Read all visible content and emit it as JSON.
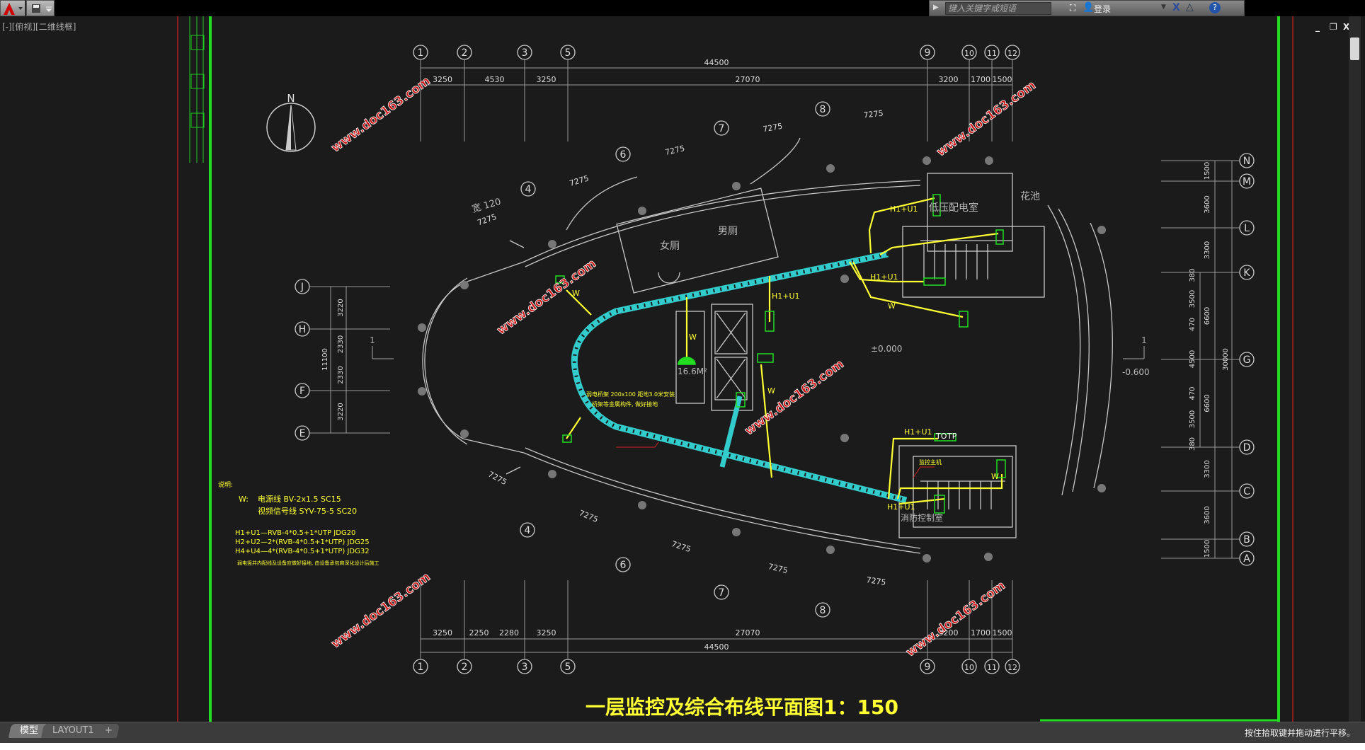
{
  "toolbar": {
    "search_placeholder": "键入关键字或短语",
    "login_label": "登录"
  },
  "viewport_label": "[-][俯视][二维线框]",
  "window_controls": {
    "minimize": "_",
    "restore": "❐",
    "close": "X"
  },
  "tabs": [
    "模型",
    "LAYOUT1",
    "+"
  ],
  "status_text": "按住拾取键并拖动进行平移。",
  "drawing": {
    "title": "一层监控及综合布线平面图1：150",
    "compass": "N",
    "watermark": "www.doc163.com",
    "col_axes": [
      "1",
      "2",
      "3",
      "5",
      "9",
      "10",
      "11",
      "12"
    ],
    "top_overall": "44500",
    "top_segments": [
      "3250",
      "4530",
      "3250",
      "27070",
      "3200",
      "1700",
      "1500"
    ],
    "bottom_segments": [
      "3250",
      "2250",
      "2280",
      "3250",
      "27070",
      "3200",
      "1700",
      "1500"
    ],
    "bottom_overall": "44500",
    "arc_axes": [
      "4",
      "6",
      "7",
      "8"
    ],
    "arc_dim": "7275",
    "right_axes": [
      "N",
      "M",
      "L",
      "K",
      "G",
      "D",
      "C",
      "B",
      "A"
    ],
    "right_dims": [
      "1500",
      "3600",
      "3300",
      "3300",
      "3600",
      "1500"
    ],
    "right_overall": "30000",
    "right_inner_dims": [
      "380",
      "3500",
      "470",
      "4500",
      "470",
      "3500",
      "380"
    ],
    "right_mid_dims": [
      "6600",
      "6600"
    ],
    "left_axes": [
      "J",
      "H",
      "F",
      "E"
    ],
    "left_dims": [
      "3220",
      "2330",
      "2330",
      "3220"
    ],
    "left_overall": "11100",
    "section_mark": "1",
    "rooms": {
      "lv_room": "低压配电室",
      "planter": "花池",
      "mens": "男厕",
      "womens": "女厕",
      "fire_control": "消防控制室",
      "area": "16.6M²",
      "width_note": "宽 120"
    },
    "levels": {
      "floor": "±0.000",
      "outside": "-0.600"
    },
    "wire_labels": {
      "h1u1": "H1+U1",
      "w": "W",
      "to": "TO",
      "tp": "TP"
    },
    "annotations": {
      "tray_line1": "弱电桥架 200x100 距地3.0米安装",
      "tray_line2": "桥架等金属构件, 做好接地",
      "host": "监控主机"
    },
    "legend": {
      "title": "说明:",
      "w_key": "W:",
      "w_line1": "电源线 BV-2x1.5 SC15",
      "w_line2": "视频信号线 SYV-75-5 SC20",
      "h_lines": [
        "H1+U1—RVB-4*0.5+1*UTP JDG20",
        "H2+U2—2*(RVB-4*0.5+1*UTP) JDG25",
        "H4+U4—4*(RVB-4*0.5+1*UTP) JDG32"
      ],
      "note": "弱电竖井内配线及设备应做好接地, 由设备承包商深化设计后施工"
    },
    "colors": {
      "bg": "#1b1b1b",
      "line": "#c8c8c8",
      "yellow": "#ffff33",
      "cyan": "#33cccc",
      "green": "#22dd22",
      "red": "#cc2222"
    }
  }
}
